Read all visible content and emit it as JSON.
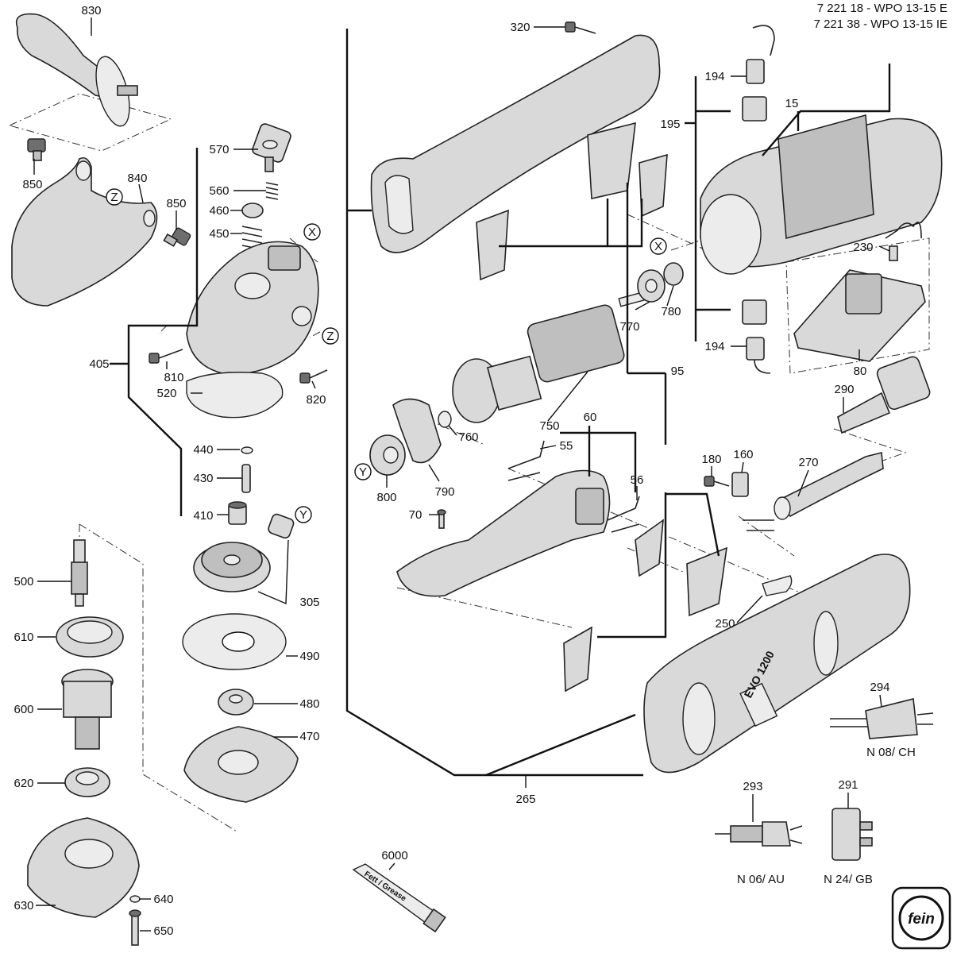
{
  "header": {
    "line1": "7 221 18 - WPO 13-15 E",
    "line2": "7 221 38 - WPO 13-15 IE"
  },
  "labels": [
    {
      "id": "830",
      "text": "830"
    },
    {
      "id": "850a",
      "text": "850"
    },
    {
      "id": "840",
      "text": "840"
    },
    {
      "id": "850b",
      "text": "850"
    },
    {
      "id": "570",
      "text": "570"
    },
    {
      "id": "560",
      "text": "560"
    },
    {
      "id": "460",
      "text": "460"
    },
    {
      "id": "450",
      "text": "450"
    },
    {
      "id": "405",
      "text": "405"
    },
    {
      "id": "810",
      "text": "810"
    },
    {
      "id": "520",
      "text": "520"
    },
    {
      "id": "820",
      "text": "820"
    },
    {
      "id": "440",
      "text": "440"
    },
    {
      "id": "430",
      "text": "430"
    },
    {
      "id": "410",
      "text": "410"
    },
    {
      "id": "305",
      "text": "305"
    },
    {
      "id": "490",
      "text": "490"
    },
    {
      "id": "480",
      "text": "480"
    },
    {
      "id": "470",
      "text": "470"
    },
    {
      "id": "500",
      "text": "500"
    },
    {
      "id": "610",
      "text": "610"
    },
    {
      "id": "600",
      "text": "600"
    },
    {
      "id": "620",
      "text": "620"
    },
    {
      "id": "630",
      "text": "630"
    },
    {
      "id": "640",
      "text": "640"
    },
    {
      "id": "650",
      "text": "650"
    },
    {
      "id": "320",
      "text": "320"
    },
    {
      "id": "194a",
      "text": "194"
    },
    {
      "id": "195",
      "text": "195"
    },
    {
      "id": "15",
      "text": "15"
    },
    {
      "id": "230",
      "text": "230"
    },
    {
      "id": "780",
      "text": "780"
    },
    {
      "id": "770",
      "text": "770"
    },
    {
      "id": "194b",
      "text": "194"
    },
    {
      "id": "95",
      "text": "95"
    },
    {
      "id": "80",
      "text": "80"
    },
    {
      "id": "290",
      "text": "290"
    },
    {
      "id": "750",
      "text": "750"
    },
    {
      "id": "760",
      "text": "760"
    },
    {
      "id": "800",
      "text": "800"
    },
    {
      "id": "790",
      "text": "790"
    },
    {
      "id": "60",
      "text": "60"
    },
    {
      "id": "55",
      "text": "55"
    },
    {
      "id": "56",
      "text": "56"
    },
    {
      "id": "70",
      "text": "70"
    },
    {
      "id": "180",
      "text": "180"
    },
    {
      "id": "160",
      "text": "160"
    },
    {
      "id": "270",
      "text": "270"
    },
    {
      "id": "250",
      "text": "250"
    },
    {
      "id": "265",
      "text": "265"
    },
    {
      "id": "294",
      "text": "294"
    },
    {
      "id": "293",
      "text": "293"
    },
    {
      "id": "291",
      "text": "291"
    },
    {
      "id": "6000",
      "text": "6000"
    }
  ],
  "markers": [
    {
      "id": "Z1",
      "text": "Z"
    },
    {
      "id": "X1",
      "text": "X"
    },
    {
      "id": "Z2",
      "text": "Z"
    },
    {
      "id": "Y1",
      "text": "Y"
    },
    {
      "id": "X2",
      "text": "X"
    },
    {
      "id": "Y2",
      "text": "Y"
    }
  ],
  "plug_variants": {
    "ch": "N 08/ CH",
    "au": "N 06/ AU",
    "gb": "N 24/ GB"
  },
  "product_text": {
    "housing_badge": "EVO 1200",
    "tube_label": "Fett / Grease"
  },
  "logo": {
    "word": "fein",
    "icon": "fein-logo-icon"
  }
}
